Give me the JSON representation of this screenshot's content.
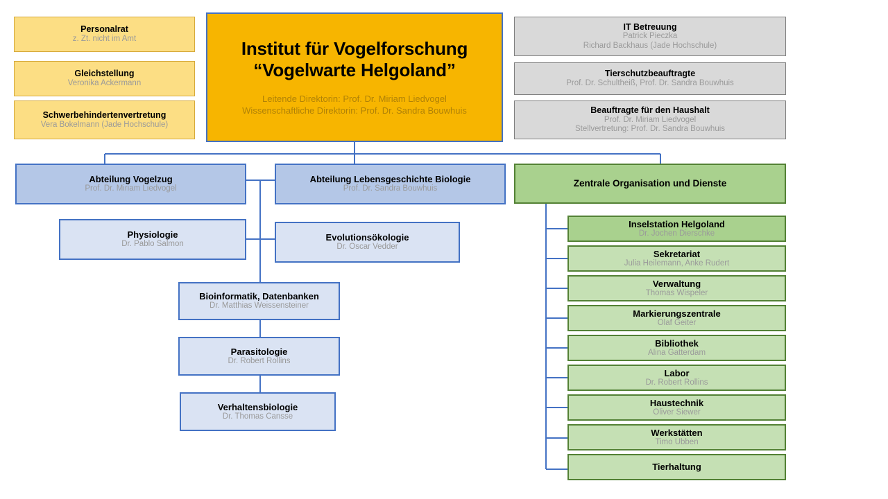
{
  "meta": {
    "colors": {
      "yellow_fill": "#FCDE84",
      "yellow_border": "#D6A93A",
      "orange_fill": "#F7B500",
      "orange_subtext": "#B08207",
      "gray_fill": "#D9D9D9",
      "gray_border": "#808080",
      "blue_dark_fill": "#B4C7E7",
      "blue_light_fill": "#DAE3F3",
      "blue_border": "#4472C4",
      "green_dark_fill": "#A9D18E",
      "green_light_fill": "#C5E0B4",
      "green_border": "#538135",
      "subtitle_text": "#9A9A9A",
      "connector_line": "#4472C4",
      "background": "#FFFFFF"
    }
  },
  "root": {
    "title_line1": "Institut für Vogelforschung",
    "title_line2": "“Vogelwarte Helgoland”",
    "sub_line1": "Leitende Direktorin: Prof. Dr. Miriam Liedvogel",
    "sub_line2": "Wissenschaftliche Direktorin: Prof. Dr. Sandra Bouwhuis"
  },
  "left_column": [
    {
      "title": "Personalrat",
      "sub": "z. Zt. nicht im Amt"
    },
    {
      "title": "Gleichstellung",
      "sub": "Veronika Ackermann"
    },
    {
      "title": "Schwerbehindertenvertretung",
      "sub": "Vera Bokelmann (Jade Hochschule)"
    }
  ],
  "right_column": [
    {
      "title": "IT Betreuung",
      "sub": "Patrick Pieczka",
      "sub2": "Richard Backhaus (Jade Hochschule)"
    },
    {
      "title": "Tierschutzbeauftragte",
      "sub": "Prof. Dr. Schultheiß, Prof. Dr. Sandra Bouwhuis",
      "sub2": ""
    },
    {
      "title": "Beauftragte für den Haushalt",
      "sub": "Prof. Dr. Miriam Liedvogel",
      "sub2": "Stellvertretung: Prof. Dr. Sandra Bouwhuis"
    }
  ],
  "departments": [
    {
      "title": "Abteilung Vogelzug",
      "sub": "Prof. Dr. Miriam Liedvogel"
    },
    {
      "title": "Abteilung Lebensgeschichte Biologie",
      "sub": "Prof. Dr. Sandra Bouwhuis"
    }
  ],
  "research_groups": [
    {
      "title": "Physiologie",
      "sub": "Dr. Pablo Salmon"
    },
    {
      "title": "Evolutionsökologie",
      "sub": "Dr. Oscar Vedder"
    },
    {
      "title": "Bioinformatik, Datenbanken",
      "sub": "Dr. Matthias Weissensteiner"
    },
    {
      "title": "Parasitologie",
      "sub": "Dr. Robert Rollins"
    },
    {
      "title": "Verhaltensbiologie",
      "sub": "Dr. Thomas Cansse"
    }
  ],
  "central_services": {
    "head": {
      "title": "Zentrale Organisation und Dienste",
      "sub": ""
    },
    "units": [
      {
        "title": "Inselstation Helgoland",
        "sub": "Dr. Jochen Dierschke"
      },
      {
        "title": "Sekretariat",
        "sub": "Julia Heilemann, Anke Rudert"
      },
      {
        "title": "Verwaltung",
        "sub": "Thomas Wispeler"
      },
      {
        "title": "Markierungszentrale",
        "sub": "Olaf Geiter"
      },
      {
        "title": "Bibliothek",
        "sub": "Alina Gatterdam"
      },
      {
        "title": "Labor",
        "sub": "Dr. Robert Rollins"
      },
      {
        "title": "Haustechnik",
        "sub": "Oliver Siewer"
      },
      {
        "title": "Werkstätten",
        "sub": "Timo Ubben"
      },
      {
        "title": "Tierhaltung",
        "sub": ""
      }
    ]
  }
}
